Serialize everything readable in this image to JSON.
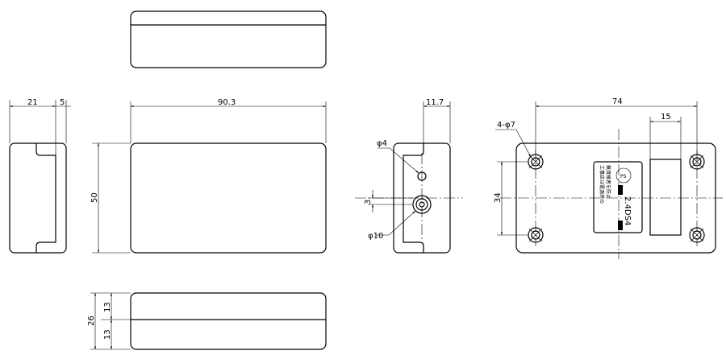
{
  "dimensions": {
    "side_width": "21",
    "side_depth": "5",
    "length": "90.3",
    "height": "50",
    "end_depth": "11.7",
    "small_hole": "φ4",
    "hole_offset": "3",
    "large_hole": "φ10",
    "hole_spacing_x": "74",
    "hole_spacing_y": "34",
    "window_width": "15",
    "mount_holes": "4-φ7",
    "thickness_total": "26",
    "thickness_top": "13",
    "thickness_bottom": "13"
  },
  "label": {
    "line1": "工事店は電源系の",
    "line2": "無資格者を防止",
    "model": "2.4DS4"
  }
}
